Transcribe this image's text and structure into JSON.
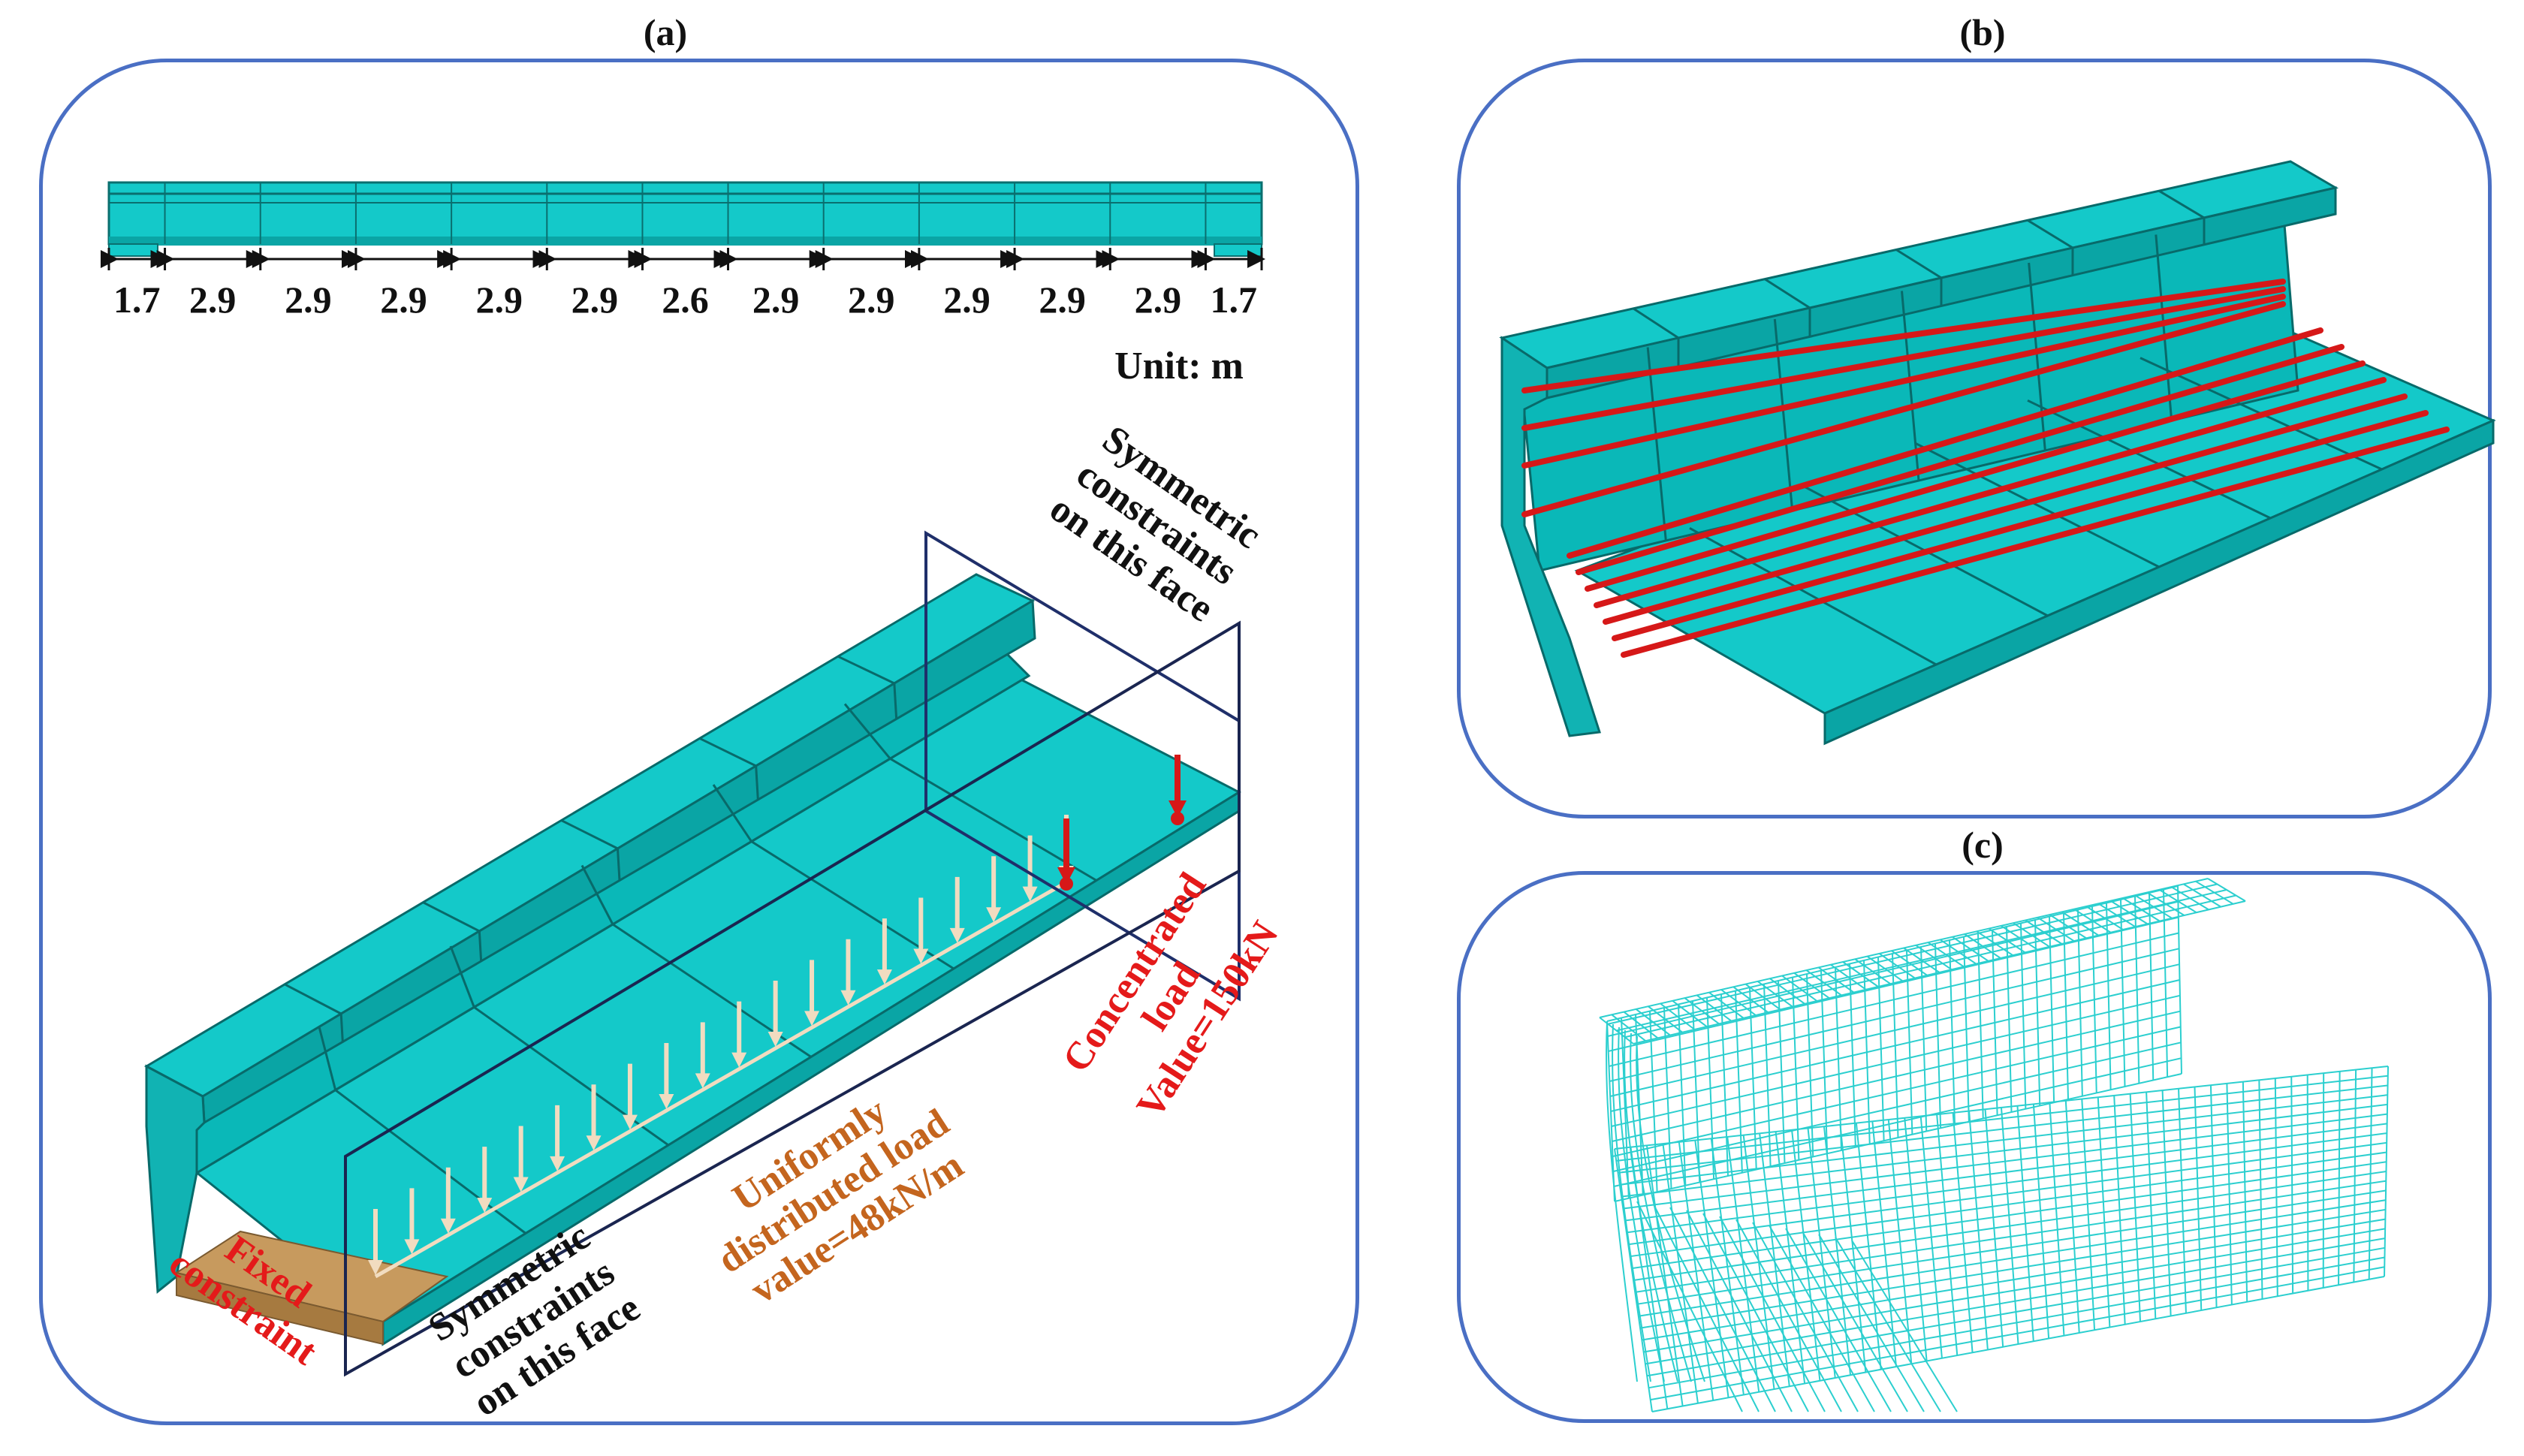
{
  "panels": {
    "a": {
      "label": "(a)"
    },
    "b": {
      "label": "(b)"
    },
    "c": {
      "label": "(c)"
    }
  },
  "dimensions": {
    "segments": [
      "1.7",
      "2.9",
      "2.9",
      "2.9",
      "2.9",
      "2.9",
      "2.6",
      "2.9",
      "2.9",
      "2.9",
      "2.9",
      "2.9",
      "1.7"
    ],
    "unit_label": "Unit: m"
  },
  "annotations": {
    "sym_top": [
      "Symmetric",
      "constraints",
      "on this face"
    ],
    "sym_bottom": [
      "Symmetric",
      "constraints",
      "on this face"
    ],
    "fixed": [
      "Fixed",
      "constraint"
    ],
    "udl": [
      "Uniformly",
      "distributed load",
      "value=48kN/m"
    ],
    "conc": [
      "Concentrated",
      "load",
      "Value=150kN"
    ]
  },
  "colors": {
    "frame": "#4a6fc4",
    "concrete": "#14c9c9",
    "concrete_dark": "#0aa5a5",
    "tendon": "#d61818",
    "load_arrow": "#f1dcc0",
    "fixed_face": "#c79a5e",
    "mesh": "#2ccfcf"
  }
}
